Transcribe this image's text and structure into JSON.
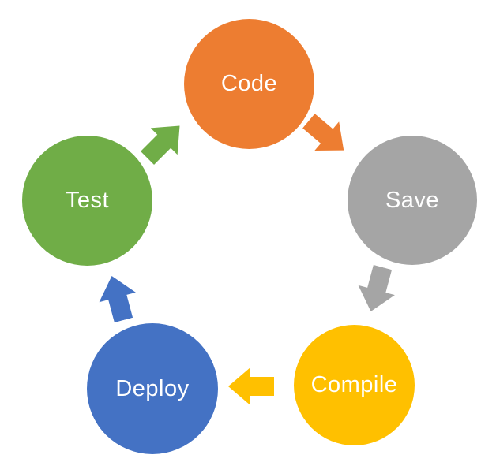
{
  "diagram": {
    "type": "cycle",
    "direction": "clockwise",
    "background_color": "#FFFFFF",
    "label_color": "#FFFFFF",
    "nodes": [
      {
        "id": "code",
        "label": "Code",
        "color": "#ED7D31",
        "position": "top"
      },
      {
        "id": "save",
        "label": "Save",
        "color": "#A5A5A5",
        "position": "right"
      },
      {
        "id": "compile",
        "label": "Compile",
        "color": "#FFC000",
        "position": "bottom-right"
      },
      {
        "id": "deploy",
        "label": "Deploy",
        "color": "#4472C4",
        "position": "bottom-left"
      },
      {
        "id": "test",
        "label": "Test",
        "color": "#70AD47",
        "position": "left"
      }
    ],
    "arrows": [
      {
        "from": "Code",
        "to": "Save",
        "color": "#ED7D31",
        "direction": "down-right"
      },
      {
        "from": "Save",
        "to": "Compile",
        "color": "#A5A5A5",
        "direction": "down-left"
      },
      {
        "from": "Compile",
        "to": "Deploy",
        "color": "#FFC000",
        "direction": "left"
      },
      {
        "from": "Deploy",
        "to": "Test",
        "color": "#4472C4",
        "direction": "up-left"
      },
      {
        "from": "Test",
        "to": "Code",
        "color": "#70AD47",
        "direction": "up-right"
      }
    ]
  }
}
